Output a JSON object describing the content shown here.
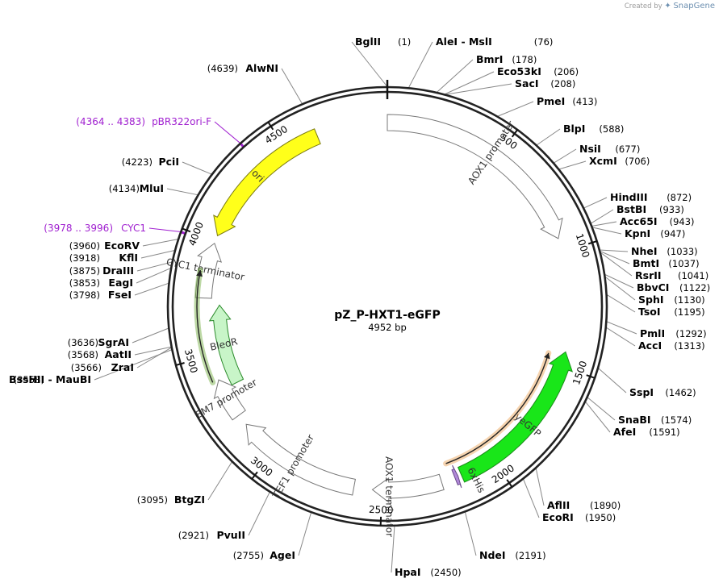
{
  "credit": {
    "prefix": "Created by",
    "brand": "SnapGene"
  },
  "plasmid": {
    "name": "pZ_P-HXT1-eGFP",
    "size_label": "4952 bp",
    "length": 4952
  },
  "ticks": [
    {
      "pos": 500,
      "label": "500"
    },
    {
      "pos": 1000,
      "label": "1000"
    },
    {
      "pos": 1500,
      "label": "1500"
    },
    {
      "pos": 2000,
      "label": "2000"
    },
    {
      "pos": 2500,
      "label": "2500"
    },
    {
      "pos": 3000,
      "label": "3000"
    },
    {
      "pos": 3500,
      "label": "3500"
    },
    {
      "pos": 4000,
      "label": "4000"
    },
    {
      "pos": 4500,
      "label": "4500"
    }
  ],
  "features": [
    {
      "name": "AOX1 promoter",
      "start": 0,
      "end": 940,
      "fill": "#ffffff",
      "stroke": "#777777",
      "ring": 0,
      "dir": 1
    },
    {
      "name": "yeGFP",
      "start": 1435,
      "end": 2150,
      "fill": "#19e619",
      "stroke": "#1a8c1a",
      "ring": 0,
      "dir": -1
    },
    {
      "name": "6xHis",
      "start": 2165,
      "end": 2180,
      "fill": "#b088d8",
      "stroke": "#6a4a8a",
      "ring": 0,
      "dir": -1
    },
    {
      "name": "AOX1 terminator",
      "start": 2240,
      "end": 2540,
      "fill": "#ffffff",
      "stroke": "#777777",
      "ring": 0,
      "dir": 1
    },
    {
      "name": "TEF1 promoter",
      "start": 2620,
      "end": 3165,
      "fill": "#ffffff",
      "stroke": "#777777",
      "ring": 0,
      "dir": 1
    },
    {
      "name": "EM7 promoter",
      "start": 3215,
      "end": 3390,
      "fill": "#ffffff",
      "stroke": "#777777",
      "ring": 0,
      "dir": 1
    },
    {
      "name": "BleoR",
      "start": 3345,
      "end": 3720,
      "fill": "#c8f5c8",
      "stroke": "#2a8a2a",
      "ring": 1,
      "dir": 1
    },
    {
      "name": "CYC1 terminator",
      "start": 3750,
      "end": 3990,
      "fill": "#ffffff",
      "stroke": "#777777",
      "ring": 0,
      "dir": 1
    },
    {
      "name": "ori",
      "start": 4025,
      "end": 4645,
      "fill": "#ffff1a",
      "stroke": "#7a7a10",
      "ring": 0,
      "dir": -1
    }
  ],
  "orf_arcs": [
    {
      "start": 3390,
      "end": 3865,
      "color": "#6aa836",
      "dir": 1
    },
    {
      "start": 1460,
      "end": 2195,
      "color": "#eba050",
      "dir": -1
    }
  ],
  "primers": [
    {
      "range": "(4364 .. 4383)",
      "name": "pBR322ori-F",
      "pos": 4374
    },
    {
      "range": "(3978 .. 3996)",
      "name": "CYC1",
      "pos": 3987
    }
  ],
  "sites_right": [
    {
      "name": "BglII",
      "pos": "(1)",
      "at": 1
    },
    {
      "name": "AleI  -  MslI",
      "pos": "(76)",
      "at": 76
    },
    {
      "name": "BmrI",
      "pos": "(178)",
      "at": 178
    },
    {
      "name": "Eco53kI",
      "pos": "(206)",
      "at": 206
    },
    {
      "name": "SacI",
      "pos": "(208)",
      "at": 208
    },
    {
      "name": "PmeI",
      "pos": "(413)",
      "at": 413
    },
    {
      "name": "BlpI",
      "pos": "(588)",
      "at": 588
    },
    {
      "name": "NsiI",
      "pos": "(677)",
      "at": 677
    },
    {
      "name": "XcmI",
      "pos": "(706)",
      "at": 706
    },
    {
      "name": "HindIII",
      "pos": "(872)",
      "at": 872
    },
    {
      "name": "BstBI",
      "pos": "(933)",
      "at": 933
    },
    {
      "name": "Acc65I",
      "pos": "(943)",
      "at": 943
    },
    {
      "name": "KpnI",
      "pos": "(947)",
      "at": 947
    },
    {
      "name": "NheI",
      "pos": "(1033)",
      "at": 1033
    },
    {
      "name": "BmtI",
      "pos": "(1037)",
      "at": 1037
    },
    {
      "name": "RsrII",
      "pos": "(1041)",
      "at": 1041
    },
    {
      "name": "BbvCI",
      "pos": "(1122)",
      "at": 1122
    },
    {
      "name": "SphI",
      "pos": "(1130)",
      "at": 1130
    },
    {
      "name": "TsoI",
      "pos": "(1195)",
      "at": 1195
    },
    {
      "name": "PmlI",
      "pos": "(1292)",
      "at": 1292
    },
    {
      "name": "AccI",
      "pos": "(1313)",
      "at": 1313
    },
    {
      "name": "SspI",
      "pos": "(1462)",
      "at": 1462
    },
    {
      "name": "SnaBI",
      "pos": "(1574)",
      "at": 1574
    },
    {
      "name": "AfeI",
      "pos": "(1591)",
      "at": 1591
    },
    {
      "name": "AflII",
      "pos": "(1890)",
      "at": 1890
    },
    {
      "name": "EcoRI",
      "pos": "(1950)",
      "at": 1950
    },
    {
      "name": "NdeI",
      "pos": "(2191)",
      "at": 2191
    },
    {
      "name": "HpaI",
      "pos": "(2450)",
      "at": 2450
    }
  ],
  "sites_left": [
    {
      "name": "AgeI",
      "pos": "(2755)",
      "at": 2755
    },
    {
      "name": "PvuII",
      "pos": "(2921)",
      "at": 2921
    },
    {
      "name": "BtgZI",
      "pos": "(3095)",
      "at": 3095
    },
    {
      "name": "BssHII  -  MauBI",
      "pos": "(3558)",
      "at": 3558
    },
    {
      "name": "ZraI",
      "pos": "(3566)",
      "at": 3566
    },
    {
      "name": "AatII",
      "pos": "(3568)",
      "at": 3568
    },
    {
      "name": "SgrAI",
      "pos": "(3636)",
      "at": 3636
    },
    {
      "name": "FseI",
      "pos": "(3798)",
      "at": 3798
    },
    {
      "name": "EagI",
      "pos": "(3853)",
      "at": 3853
    },
    {
      "name": "DraIII",
      "pos": "(3875)",
      "at": 3875
    },
    {
      "name": "KflI",
      "pos": "(3918)",
      "at": 3918
    },
    {
      "name": "EcoRV",
      "pos": "(3960)",
      "at": 3960
    },
    {
      "name": "MluI",
      "pos": "(4134)",
      "at": 4134
    },
    {
      "name": "PciI",
      "pos": "(4223)",
      "at": 4223
    },
    {
      "name": "AlwNI",
      "pos": "(4639)",
      "at": 4639
    }
  ]
}
